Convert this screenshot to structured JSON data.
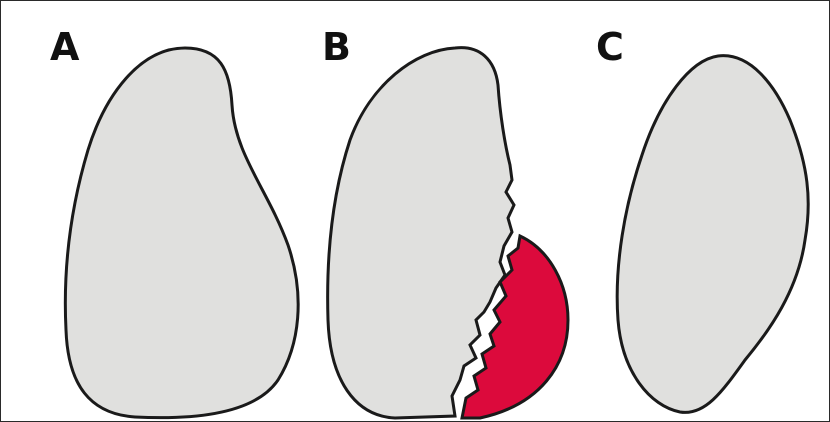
{
  "panels": [
    {
      "label": "A",
      "shape_fill": "#e0e0de",
      "outline": "#1a1a1a"
    },
    {
      "label": "B",
      "shape_fill": "#e0e0de",
      "outline": "#1a1a1a",
      "fragment_fill": "#dc0a3c"
    },
    {
      "label": "C",
      "shape_fill": "#e0e0de",
      "outline": "#1a1a1a"
    }
  ]
}
